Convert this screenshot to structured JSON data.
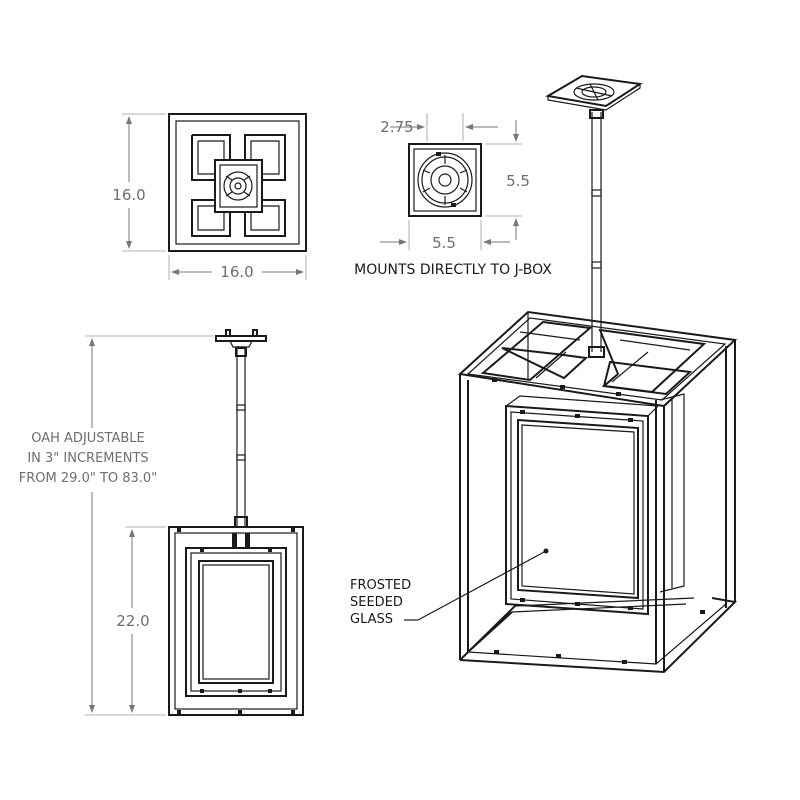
{
  "top_view": {
    "height_dim": "16.0",
    "width_dim": "16.0"
  },
  "canopy_view": {
    "dim_top": "2.75",
    "dim_right": "5.5",
    "dim_bottom": "5.5",
    "caption": "MOUNTS DIRECTLY TO J-BOX"
  },
  "front_view": {
    "oah_note": [
      "OAH ADJUSTABLE",
      "IN 3\" INCREMENTS",
      "FROM 29.0\" TO 83.0\""
    ],
    "body_height_dim": "22.0"
  },
  "iso_view": {
    "glass_label": [
      "FROSTED",
      "SEEDED",
      "GLASS"
    ]
  }
}
